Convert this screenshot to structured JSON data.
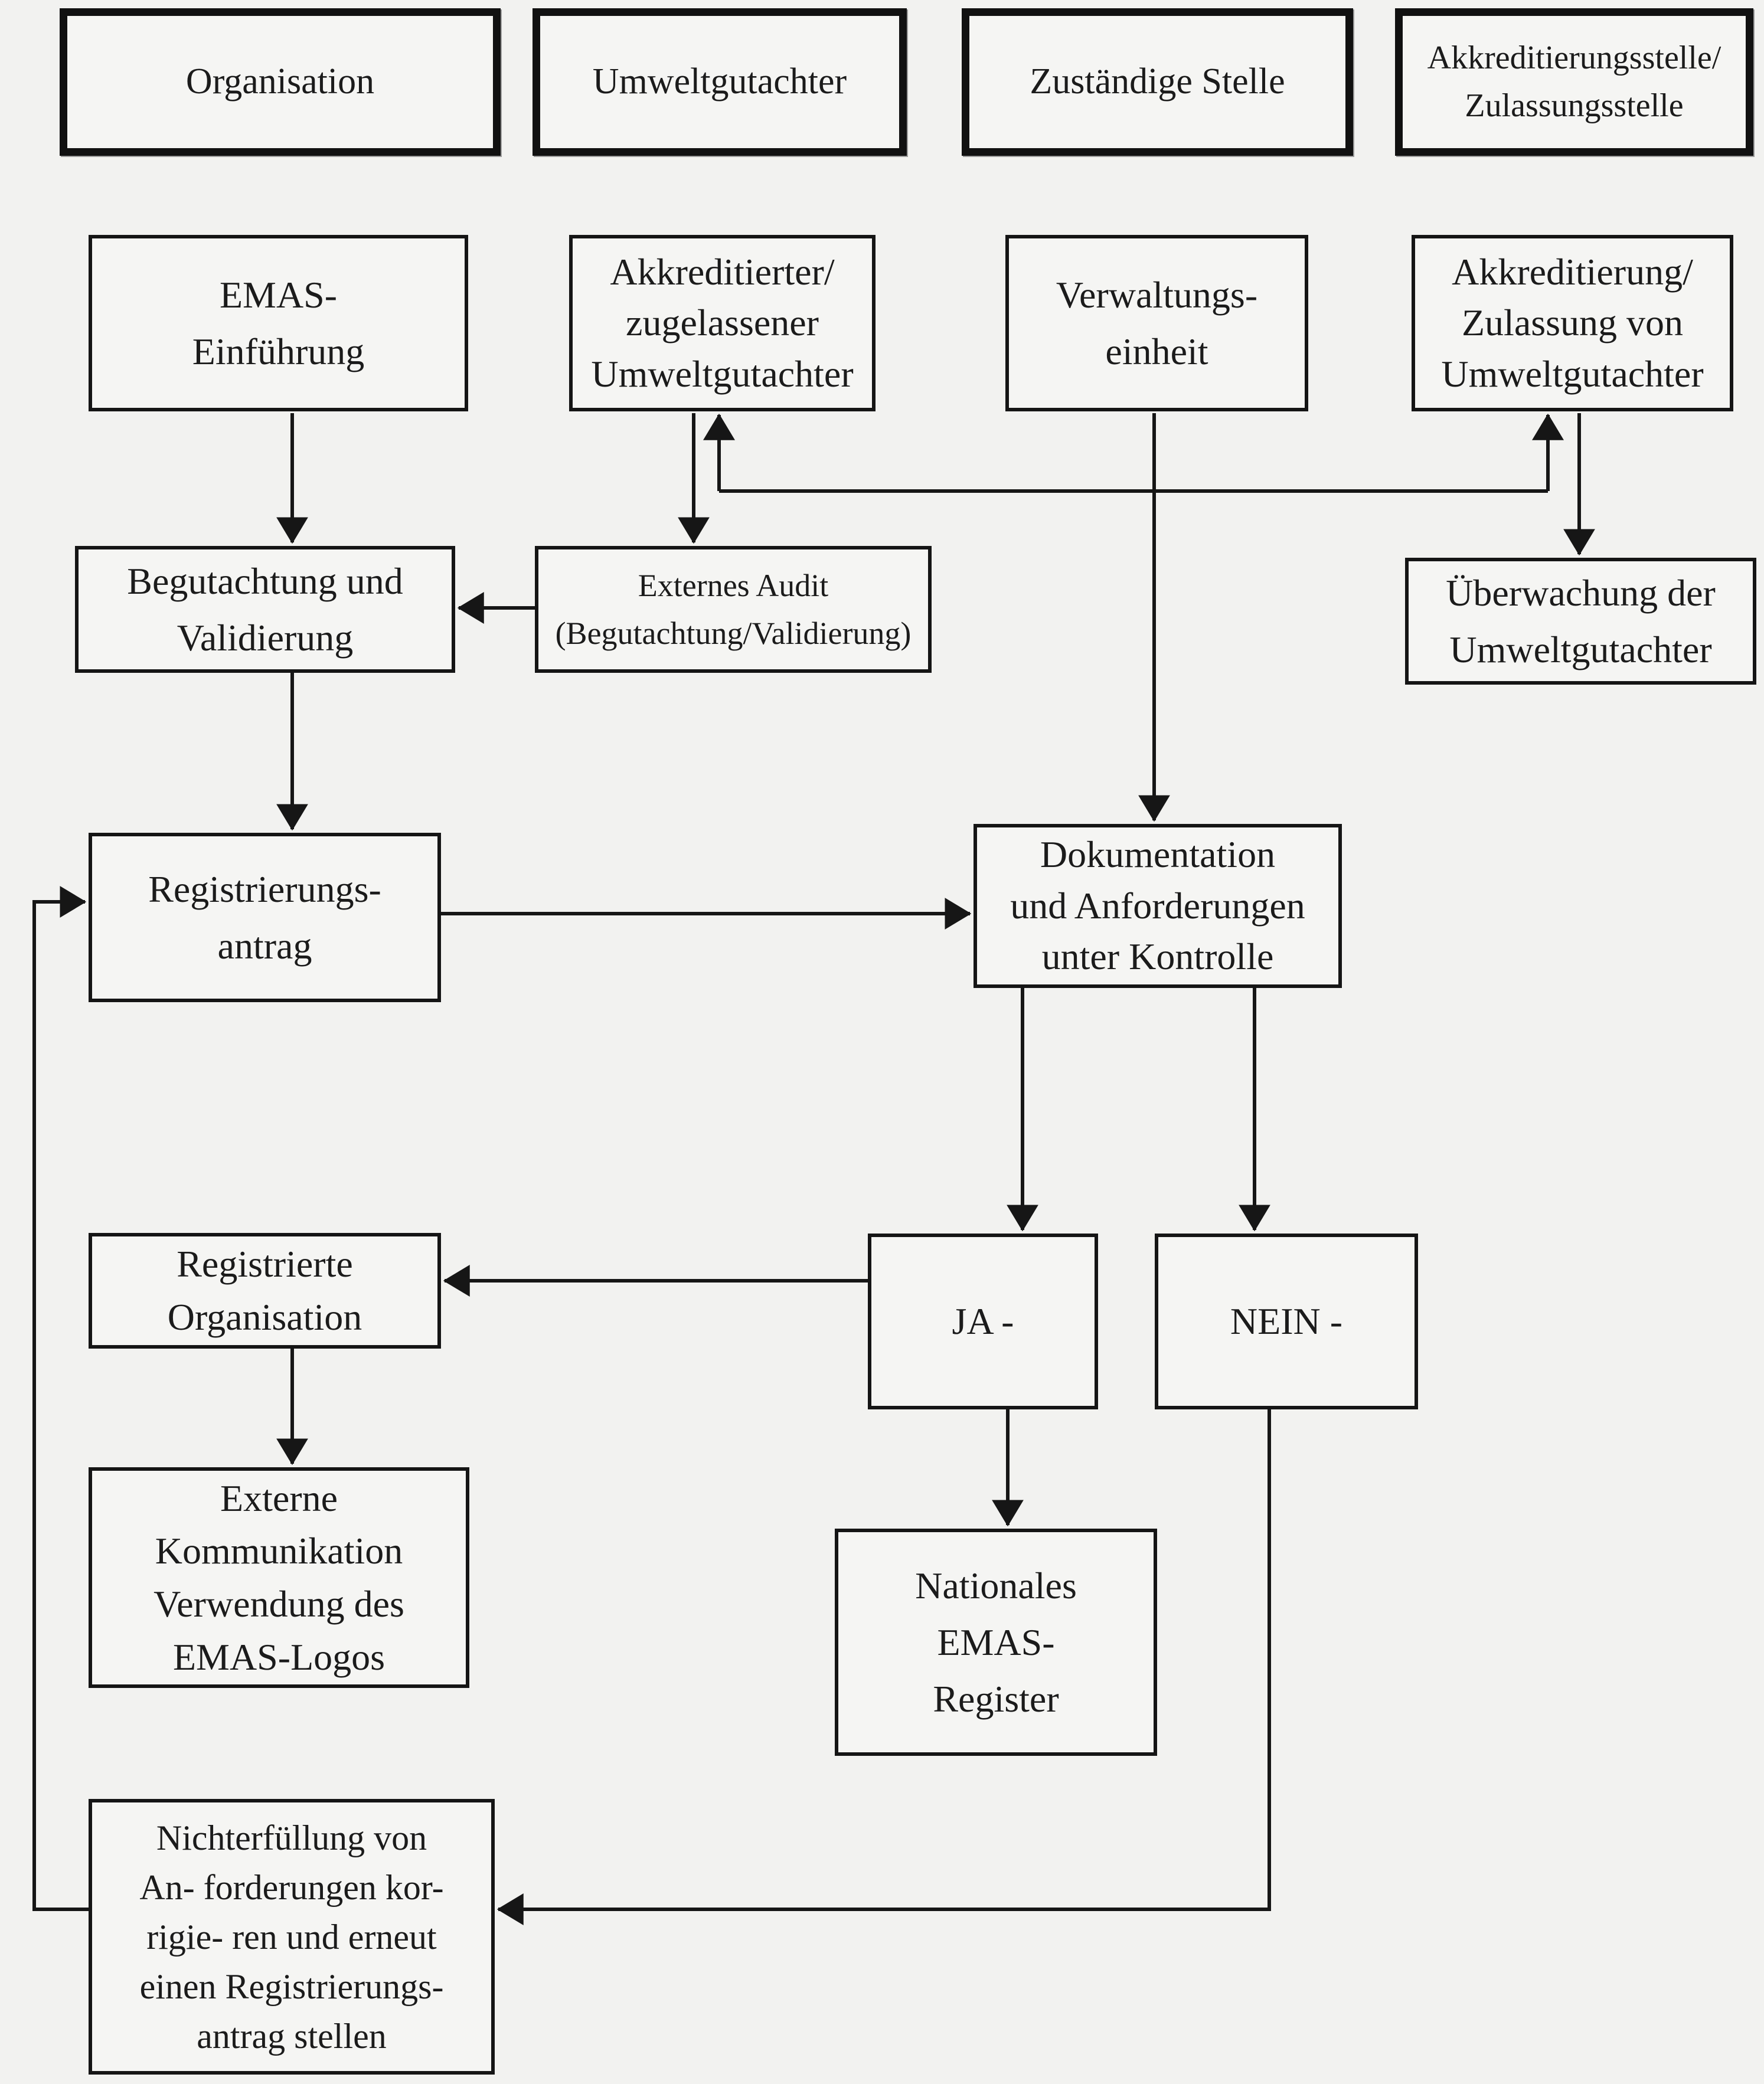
{
  "colors": {
    "background": "#f2f2f0",
    "box_fill": "#f5f5f3",
    "line": "#161616",
    "text": "#1b1b1b"
  },
  "lanes": {
    "organisation": {
      "label": "Organisation"
    },
    "umweltgutachter": {
      "label": "Umweltgutachter"
    },
    "zustaendige_stelle": {
      "label": "Zuständige Stelle"
    },
    "akkreditierungsstelle": {
      "label": "Akkreditierungsstelle/\nZulassungsstelle"
    }
  },
  "nodes": {
    "emas": {
      "label": "EMAS-\nEinführung"
    },
    "akkreditierter": {
      "label": "Akkreditierter/\nzugelassener\nUmweltgutachter"
    },
    "verwaltung": {
      "label": "Verwaltungs-\neinheit"
    },
    "akkreditierung": {
      "label": "Akkreditierung/\nZulassung von\nUmweltgutachter"
    },
    "begutachtung": {
      "label": "Begutachtung und\nValidierung"
    },
    "externes_audit": {
      "label": "Externes Audit\n(Begutachtung/Validierung)"
    },
    "ueberwachung": {
      "label": "Überwachung der\nUmweltgutachter"
    },
    "registrierungsantrag": {
      "label": "Registrierungs-\nantrag"
    },
    "dokumentation": {
      "label": "Dokumentation\nund Anforderungen\nunter Kontrolle"
    },
    "registrierte": {
      "label": "Registrierte\nOrganisation"
    },
    "ja": {
      "label": "JA -"
    },
    "nein": {
      "label": "NEIN -"
    },
    "externe_komm": {
      "label": "Externe\nKommunikation\nVerwendung des\nEMAS-Logos"
    },
    "nationales": {
      "label": "Nationales\nEMAS-\nRegister"
    },
    "nichterfuellung": {
      "label": "Nichterfüllung von\nAn- forderungen kor-\nrigie- ren und erneut\neinen Registrierungs-\nantrag stellen"
    }
  },
  "edges": [
    {
      "from": "emas",
      "to": "begutachtung"
    },
    {
      "from": "akkreditierter",
      "to": "externes_audit"
    },
    {
      "from": "akkreditierung",
      "to": "akkreditierter",
      "bidirectional": true
    },
    {
      "from": "verwaltung",
      "to": "dokumentation"
    },
    {
      "from": "akkreditierung",
      "to": "ueberwachung"
    },
    {
      "from": "externes_audit",
      "to": "begutachtung"
    },
    {
      "from": "begutachtung",
      "to": "registrierungsantrag"
    },
    {
      "from": "registrierungsantrag",
      "to": "dokumentation"
    },
    {
      "from": "dokumentation",
      "to": "ja"
    },
    {
      "from": "dokumentation",
      "to": "nein"
    },
    {
      "from": "ja",
      "to": "registrierte"
    },
    {
      "from": "ja",
      "to": "nationales"
    },
    {
      "from": "nein",
      "to": "nichterfuellung"
    },
    {
      "from": "registrierte",
      "to": "externe_komm"
    },
    {
      "from": "nichterfuellung",
      "to": "registrierungsantrag"
    }
  ]
}
